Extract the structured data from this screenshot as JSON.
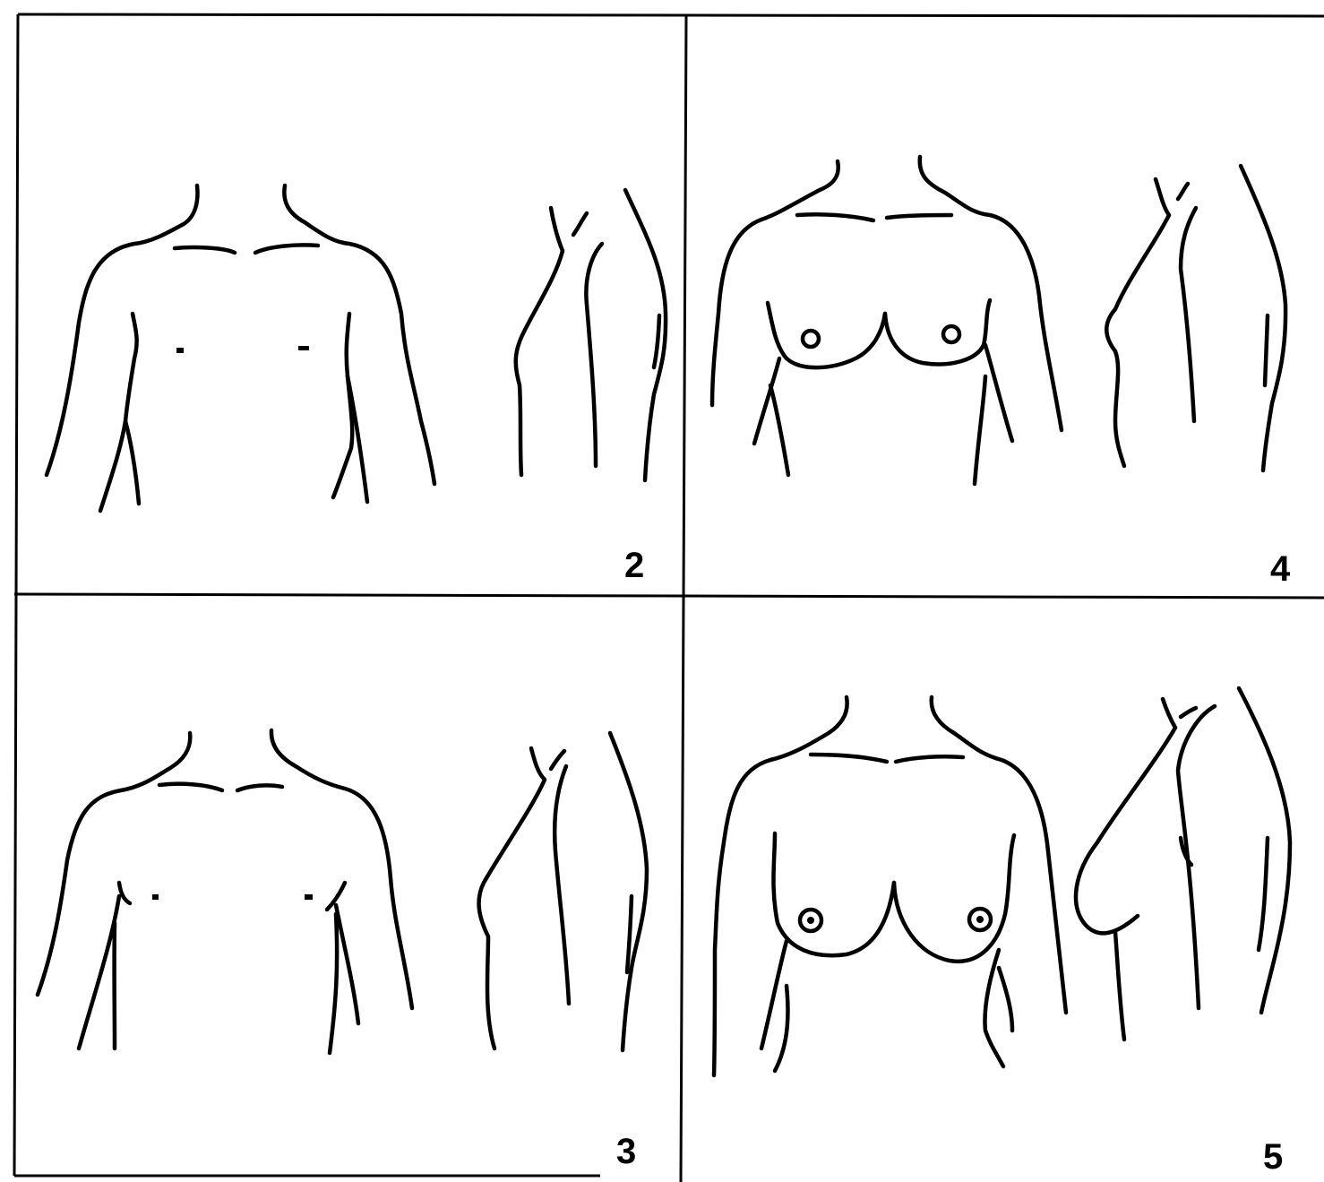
{
  "figure": {
    "panels": [
      {
        "id": "p2",
        "label": "2"
      },
      {
        "id": "p4",
        "label": "4"
      },
      {
        "id": "p3",
        "label": "3"
      },
      {
        "id": "p5",
        "label": "5"
      }
    ]
  },
  "colors": {
    "line": "#000000",
    "background": "#ffffff"
  }
}
